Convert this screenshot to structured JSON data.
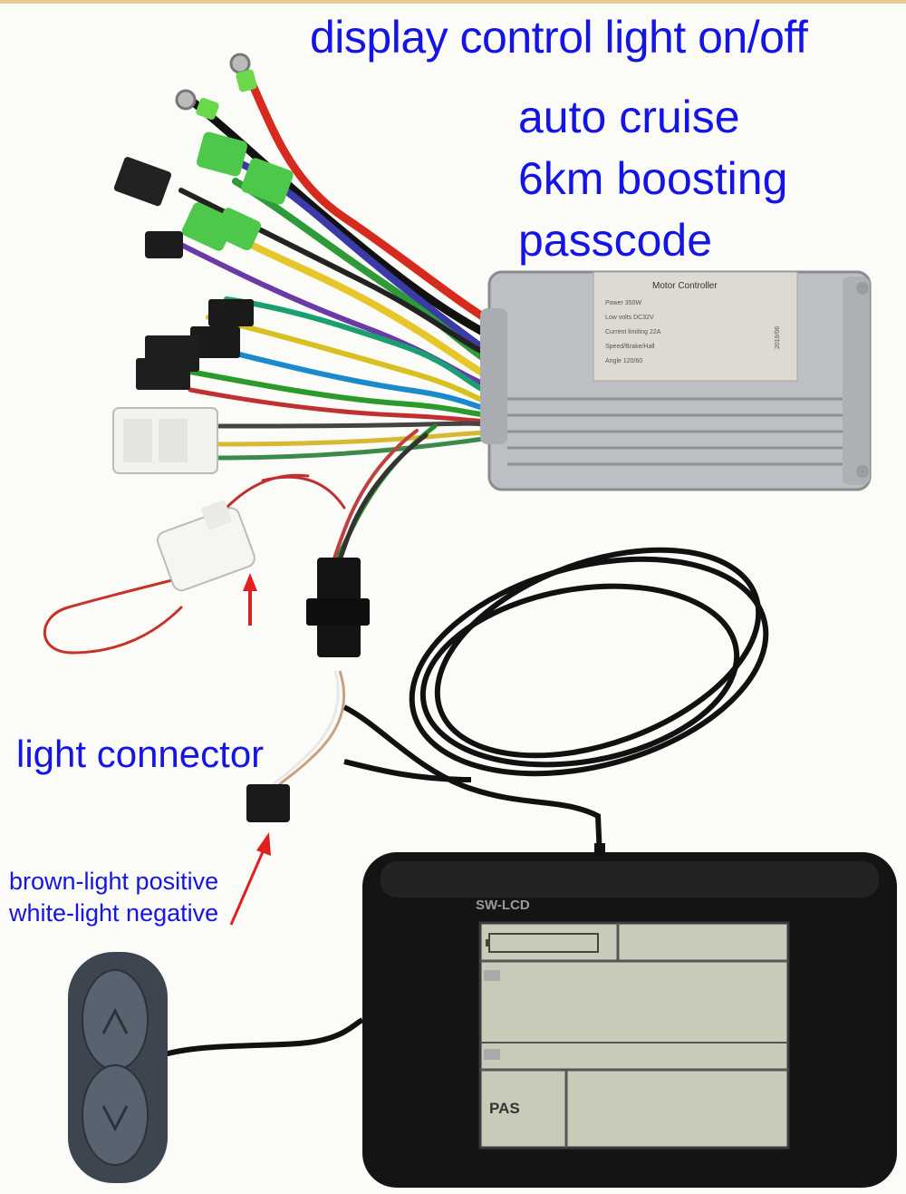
{
  "captions": {
    "title": "display control light on/off",
    "features": [
      "auto cruise",
      "6km boosting",
      "passcode"
    ],
    "light_connector": "light connector",
    "brown_wire": "brown-light positive",
    "white_wire": "white-light negative"
  },
  "controller_label": {
    "heading": "Motor Controller",
    "lines": [
      "Power 350W",
      "Low volts DC32V",
      "Current limiting 22A",
      "Speed/Brake/Hall",
      "Angle 120/60",
      "2019/06"
    ]
  },
  "display": {
    "brand": "SW-LCD",
    "pas_label": "PAS"
  },
  "colors": {
    "caption_text": "#1414e6",
    "arrow": "#e02020",
    "controller_body": "#bcbfc3",
    "display_body": "#141414",
    "lcd_screen": "#c9cbb9"
  }
}
